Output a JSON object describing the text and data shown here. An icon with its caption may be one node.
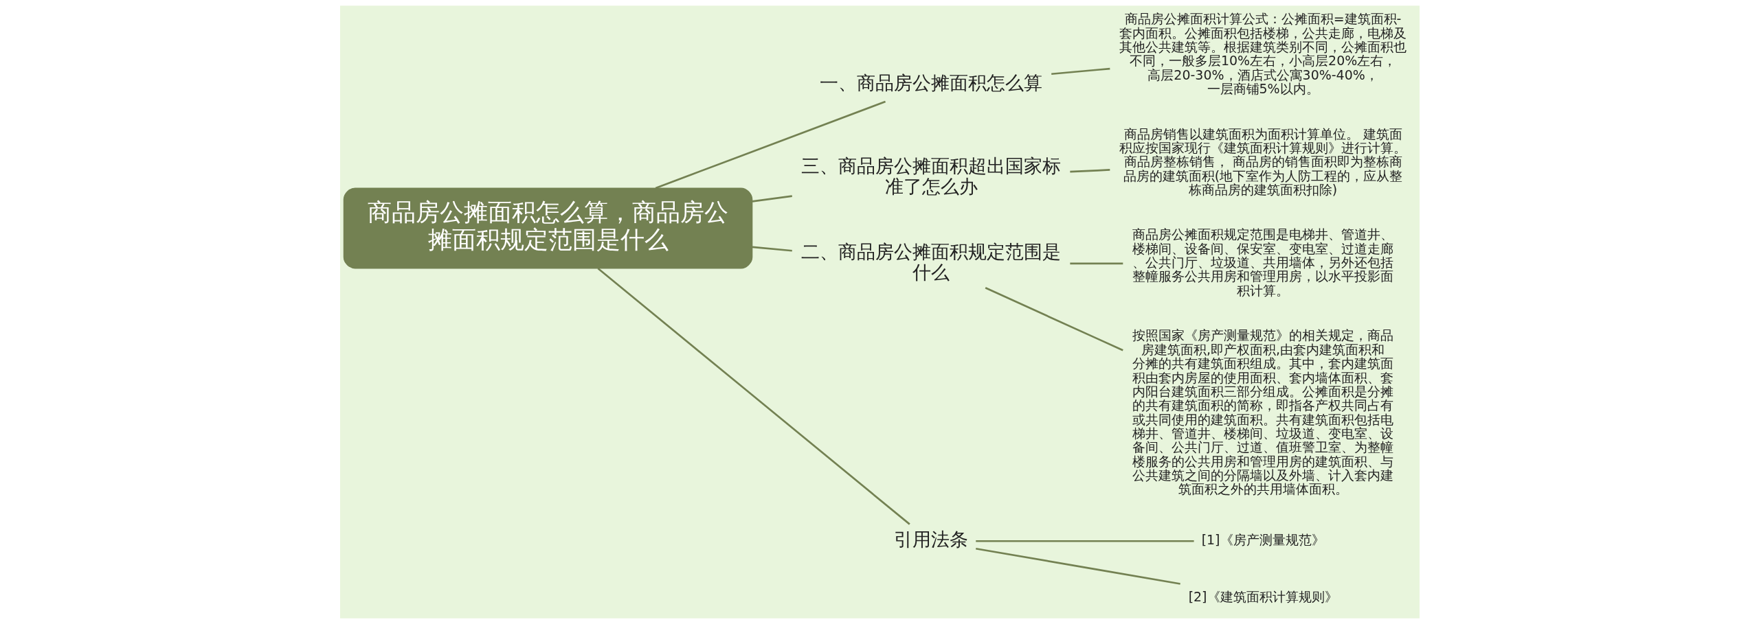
{
  "diagram": {
    "nodes": [
      {
        "text": [
          "商品房公摊面积怎么算，商品房公摊面积规定范围是什么"
        ]
      },
      {
        "text": [
          "一、商品房公摊面积怎么算"
        ]
      },
      {
        "text": [
          "商品房公摊面积计算公式：公摊面积=建筑面积-套内面积。公摊面积包括楼梯，公共走廊，电梯及其他公共建筑等。根据建筑类别不同，公摊面积也不同，一般多层10%左右，小高层20%左右，高层20-30%，酒店式公寓30%-40%，一层商铺5%以内。"
        ]
      },
      {
        "text": [
          "三、商品房公摊面积超出国家标准了怎么办"
        ]
      },
      {
        "text": [
          "商品房销售以建筑面积为面积计算单位。 建筑面积应按国家现行《建筑面积计算规则》进行计算。商品房整栋销售， 商品房的销售面积即为整栋商品房的建筑面积(地下室作为人防工程的，应从整栋商品房的建筑面积扣除)"
        ]
      },
      {
        "text": [
          "二、商品房公摊面积规定范围是什么"
        ]
      },
      {
        "text": [
          "商品房公摊面积规定范围是电梯井、管道井、楼梯间、设备间、保安室、变电室、过道走廊、公共门厅、垃圾道、共用墙体，另外还包括整幢服务公共用房和管理用房，以水平投影面积计算。"
        ]
      },
      {
        "text": [
          "按照国家《房产测量规范》的相关规定，商品房建筑面积,即产权面积,由套内建筑面积和分摊的共有建筑面积组成。其中，套内建筑面积由套内房屋的使用面积、套内墙体面积、套内阳台建筑面积三部分组成。公摊面积是分摊的共有建筑面积的简称，即指各产权共同占有或共同使用的建筑面积。共有建筑面积包括电梯井、管道井、楼梯间、垃圾道、变电室、设备间、公共门厅、过道、值班警卫室、为整幢楼服务的公共用房和管理用房的建筑面积、与公共建筑之间的分隔墙以及外墙、计入套内建筑面积之外的共用墙体面积。"
        ]
      },
      {
        "text": [
          "引用法条"
        ]
      },
      {
        "text": [
          "[1]《房产测量规范》"
        ]
      },
      {
        "text": [
          "[2]《建筑面积计算规则》"
        ]
      }
    ],
    "edges": [
      {
        "from": 0,
        "to": 1,
        "arrow": "none"
      },
      {
        "from": 1,
        "to": 2,
        "arrow": "none"
      },
      {
        "from": 0,
        "to": 3,
        "arrow": "none"
      },
      {
        "from": 3,
        "to": 4,
        "arrow": "none"
      },
      {
        "from": 0,
        "to": 5,
        "arrow": "none"
      },
      {
        "from": 5,
        "to": 6,
        "arrow": "none"
      },
      {
        "from": 5,
        "to": 7,
        "arrow": "none"
      },
      {
        "from": 0,
        "to": 8,
        "arrow": "none"
      },
      {
        "from": 8,
        "to": 9,
        "arrow": "none"
      },
      {
        "from": 8,
        "to": 10,
        "arrow": "none"
      }
    ]
  }
}
